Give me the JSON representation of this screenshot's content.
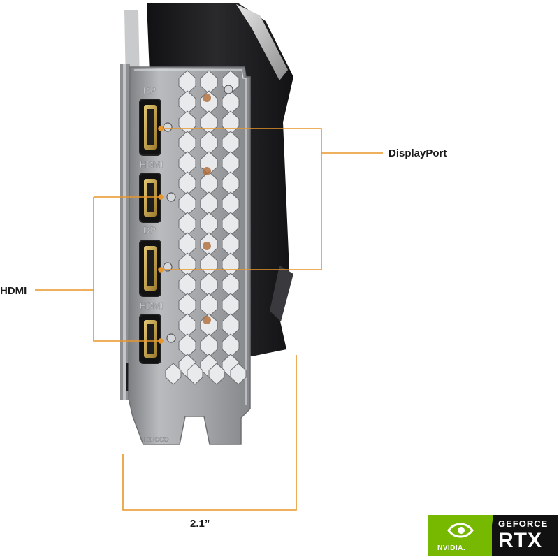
{
  "callouts": {
    "displayport": "DisplayPort",
    "hdmi": "HDMI",
    "width": "2.1”"
  },
  "bracket_labels": {
    "dp_top": "DP",
    "hdmi_top": "HDMI",
    "dp_bottom": "DP",
    "hdmi_bottom": "HDMI",
    "bracket_mark": "IDHCCO"
  },
  "badge": {
    "brand": "NVIDIA.",
    "line1": "GEFORCE",
    "line2": "RTX"
  },
  "colors": {
    "callout_line": "#e8962a",
    "badge_green": "#76b900",
    "badge_dark": "#111111",
    "bracket_metal": "#9a9ca0",
    "port_gold": "#c9a64a",
    "card_shroud": "#1d1d1f"
  }
}
